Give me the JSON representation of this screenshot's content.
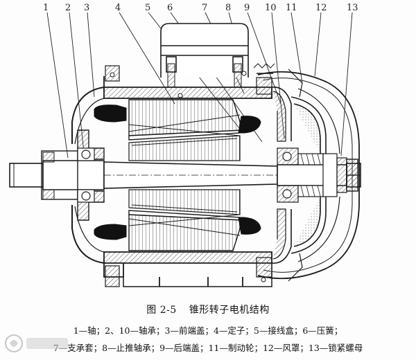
{
  "figure": {
    "callouts": [
      "1",
      "2",
      "3",
      "4",
      "5",
      "6",
      "7",
      "8",
      "9",
      "10",
      "11",
      "12",
      "13"
    ],
    "caption_number": "图 2-5",
    "caption_title": "锥形转子电机结构",
    "legend_line1": "1—轴；2、10—轴承；3—前端盖；4—定子；5—接线盒；6—压簧；",
    "legend_line2": "7—支承套；8—止推轴承；9—后端盖；11—制动轮；12—风罩；13—锁紧螺母"
  },
  "colors": {
    "line": "#1a1a1a",
    "hatch": "#444444",
    "coil": "#111111",
    "paper": "#fdfdfd"
  }
}
